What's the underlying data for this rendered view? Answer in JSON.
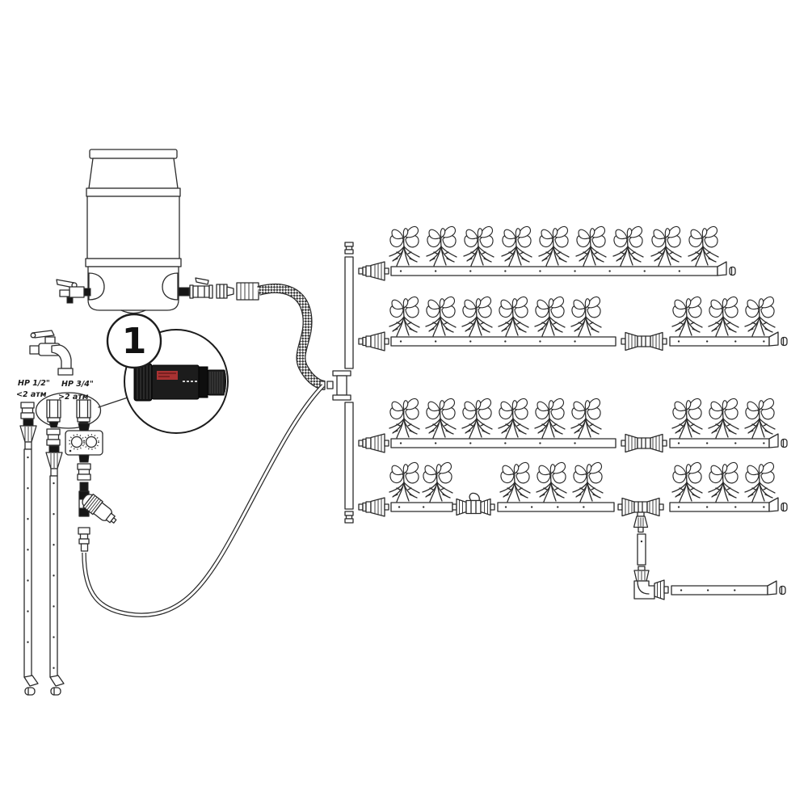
{
  "diagram": {
    "callout_number": "1",
    "labels": {
      "thread_small": "НР 1/2\"",
      "thread_large": "НР 3/4\"",
      "pressure_low": "<2 атм",
      "pressure_high": ">2 атм"
    },
    "colors": {
      "line": "#2b2b2b",
      "background": "#ffffff",
      "fitting_dark": "#161616",
      "label_red": "#a83232"
    }
  }
}
